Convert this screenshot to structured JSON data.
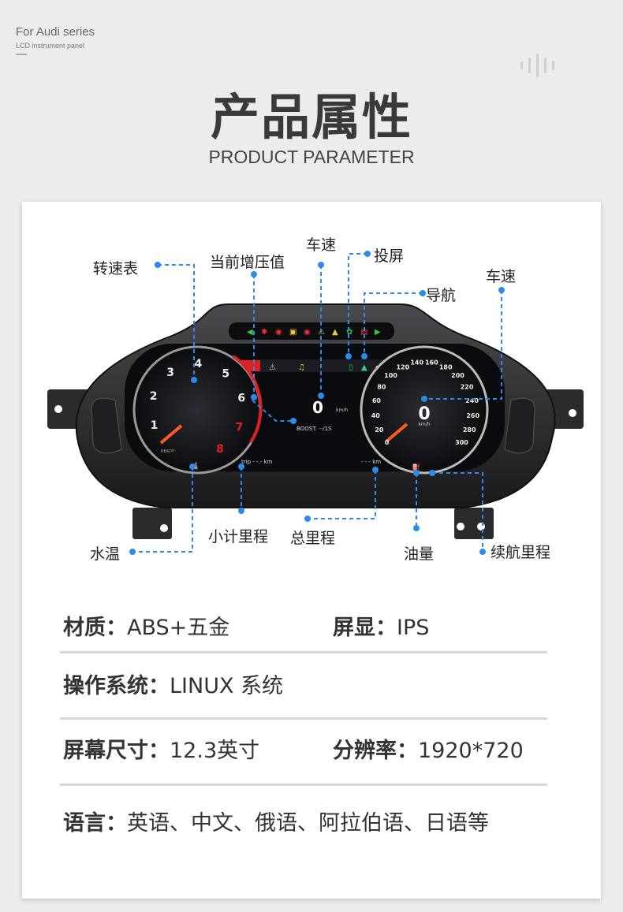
{
  "header": {
    "brand_title": "For Audi series",
    "brand_subtitle": "LCD instrument panel",
    "title_cn": "产品属性",
    "title_en": "PRODUCT PARAMETER"
  },
  "callouts": {
    "tachometer": "转速表",
    "boost": "当前增压值",
    "speed_center": "车速",
    "projection": "投屏",
    "navigation": "导航",
    "speed_right": "车速",
    "water_temp": "水温",
    "trip": "小计里程",
    "total_mileage": "总里程",
    "fuel": "油量",
    "range": "续航里程"
  },
  "cluster": {
    "center_speed": "0",
    "center_speed_unit": "km/h",
    "boost_readout": "BOOST: --/1S",
    "trip_readout": "trip - -.- km",
    "odo_readout": "- - - km",
    "right_speed": "0",
    "right_speed_unit": "km/h",
    "tach_ticks": [
      "1",
      "2",
      "3",
      "4",
      "5",
      "6",
      "7",
      "8"
    ],
    "speedo_ticks": [
      "0",
      "20",
      "40",
      "60",
      "80",
      "100",
      "120",
      "140",
      "160",
      "180",
      "200",
      "220",
      "240",
      "260",
      "280",
      "300"
    ],
    "ready_label": "READY"
  },
  "specs": {
    "material_key": "材质：",
    "material_val": "ABS+五金",
    "screen_key": "屏显：",
    "screen_val": "IPS",
    "os_key": "操作系统：",
    "os_val": "LINUX 系统",
    "size_key": "屏幕尺寸：",
    "size_val": "12.3英寸",
    "resolution_key": "分辨率：",
    "resolution_val": "1920*720",
    "language_key": "语言：",
    "language_val": "英语、中文、俄语、阿拉伯语、日语等"
  },
  "colors": {
    "accent_blue": "#2d8ae6",
    "accent_red": "#e02020",
    "card_bg": "#ffffff",
    "page_bg": "#ececec"
  }
}
